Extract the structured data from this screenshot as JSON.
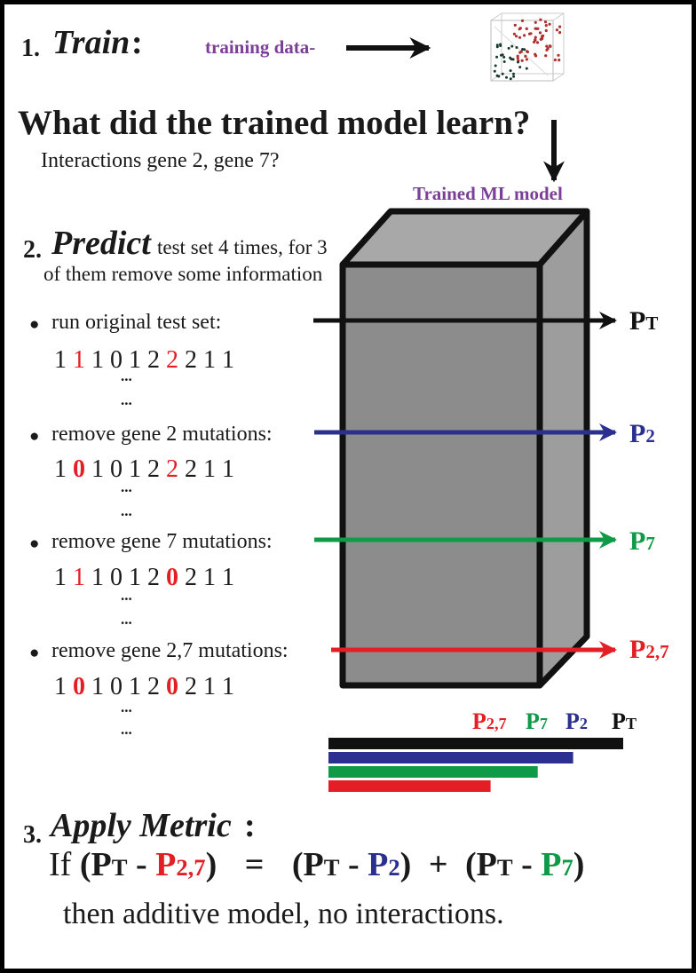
{
  "step1": {
    "number": "1.",
    "title": "Train",
    "colon": ":",
    "training_label": "training data-"
  },
  "question": {
    "heading": "What did the trained model learn?",
    "sub": "Interactions  gene 2, gene 7?"
  },
  "model_label": "Trained ML model",
  "step2": {
    "number": "2.",
    "title": "Predict",
    "desc_line1": "test set 4 times, for 3",
    "desc_line2": "of them remove some information"
  },
  "bullet": "●",
  "ellipsis": "...",
  "cases": [
    {
      "label": "run original test set:",
      "digits": [
        "1",
        "1",
        "1",
        "0",
        "1",
        "2",
        "2",
        "2",
        "1",
        "1"
      ],
      "out_main": "P",
      "out_sub": "T",
      "color": "#111111"
    },
    {
      "label": "remove gene 2 mutations:",
      "digits": [
        "1",
        "0",
        "1",
        "0",
        "1",
        "2",
        "2",
        "2",
        "1",
        "1"
      ],
      "out_main": "P",
      "out_sub": "2",
      "color": "#2b2f8f"
    },
    {
      "label": "remove gene 7 mutations:",
      "digits": [
        "1",
        "1",
        "1",
        "0",
        "1",
        "2",
        "0",
        "2",
        "1",
        "1"
      ],
      "out_main": "P",
      "out_sub": "7",
      "color": "#0e9a47"
    },
    {
      "label": "remove gene 2,7 mutations:",
      "digits": [
        "1",
        "0",
        "1",
        "0",
        "1",
        "2",
        "0",
        "2",
        "1",
        "1"
      ],
      "out_main": "P",
      "out_sub": "2,7",
      "color": "#e31e24"
    }
  ],
  "bar_labels": [
    {
      "main": "P",
      "sub": "2,7"
    },
    {
      "main": "P",
      "sub": "7"
    },
    {
      "main": "P",
      "sub": "2"
    },
    {
      "main": "P",
      "sub": "T"
    }
  ],
  "bars": [
    {
      "value": 1.0,
      "color": "#111111"
    },
    {
      "value": 0.83,
      "color": "#2b2f8f"
    },
    {
      "value": 0.71,
      "color": "#0e9a47"
    },
    {
      "value": 0.55,
      "color": "#e31e24"
    }
  ],
  "step3": {
    "number": "3.",
    "title": "Apply Metric",
    "colon": ":"
  },
  "equation": {
    "if": "If",
    "open": "(",
    "p": "P",
    "t": "T",
    "minus": " - ",
    "p27": "P",
    "s27": "2,7",
    "close": ")",
    "eq": "=",
    "p2": "P",
    "s2": "2",
    "plus": "+",
    "p7": "P",
    "s7": "7"
  },
  "conclusion": "then additive model,  no interactions.",
  "colors": {
    "red": "#e31e24",
    "blue": "#2b2f8f",
    "green": "#0e9a47",
    "purple": "#7b3f98",
    "box": "#8c8c8c",
    "box_side": "#9d9d9d",
    "box_top": "#a8a8a8"
  }
}
